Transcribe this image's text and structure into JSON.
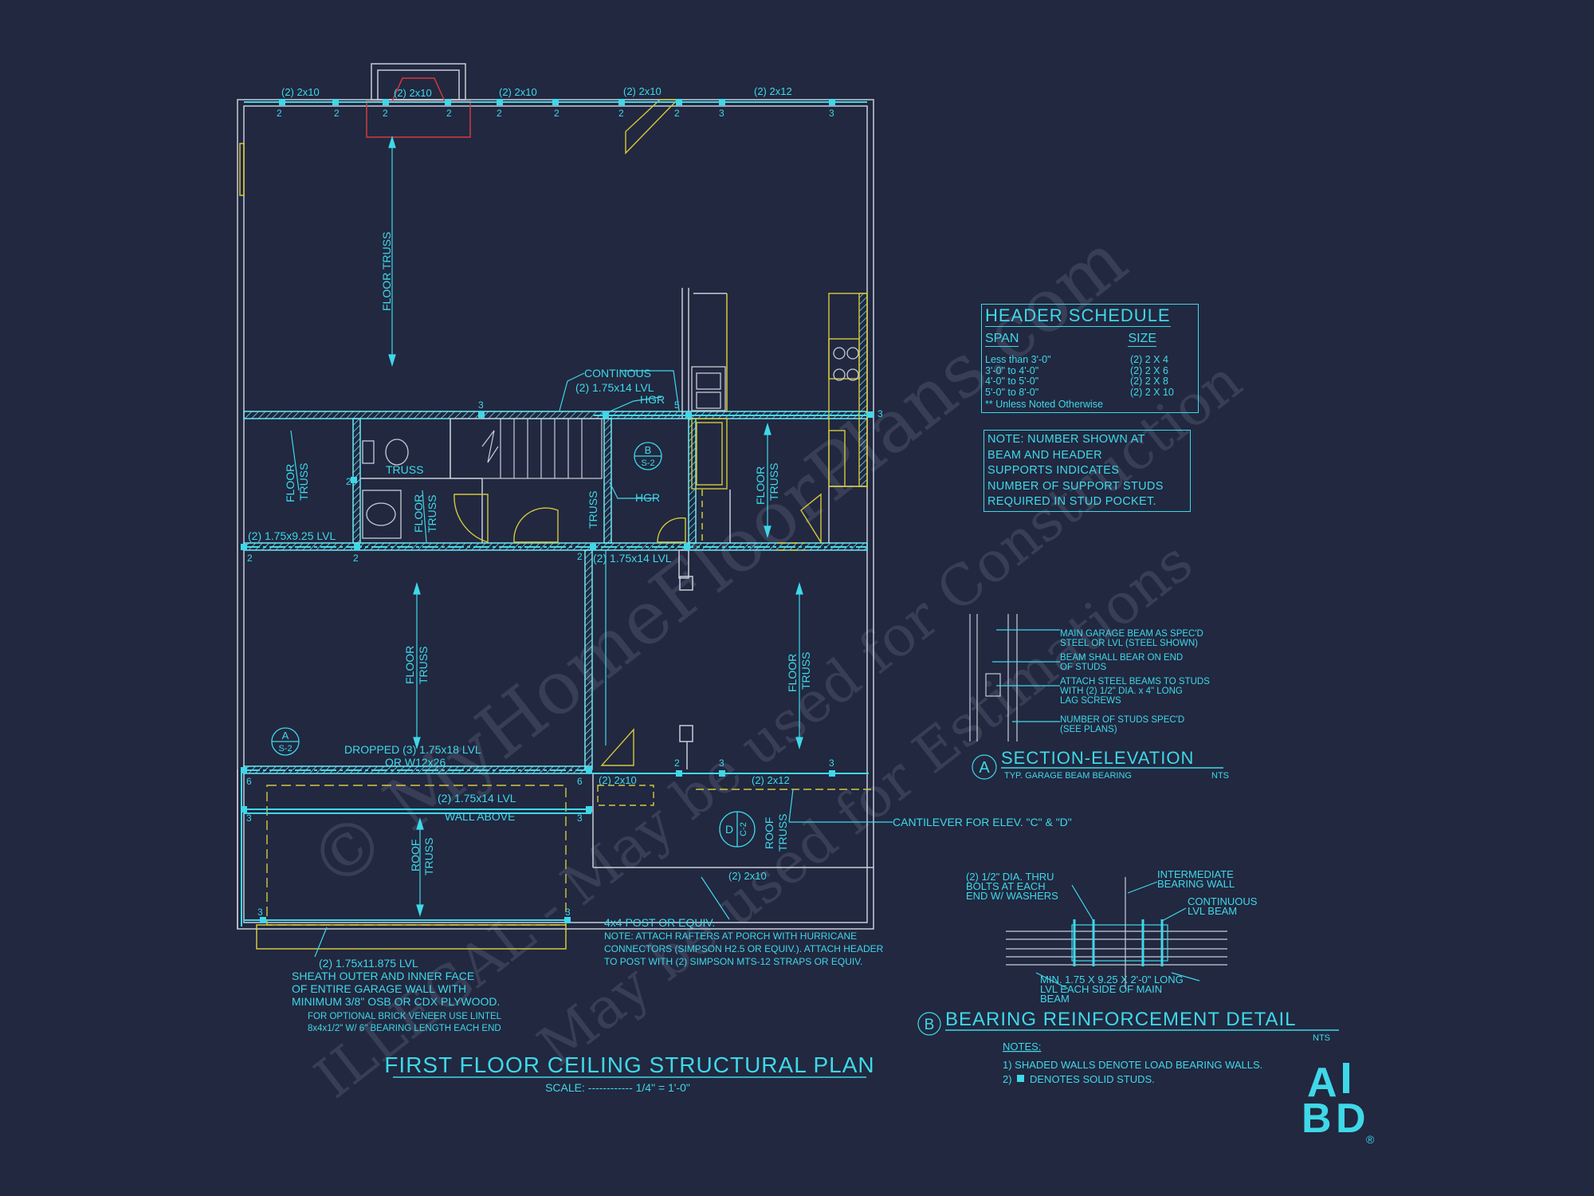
{
  "plan": {
    "title": "FIRST FLOOR CEILING STRUCTURAL PLAN",
    "scale": "SCALE: ------------ 1/4\" = 1'-0\""
  },
  "labels": {
    "top_h1": "(2) 2x10",
    "top_h2": "(2) 2x10",
    "top_h3": "(2) 2x10",
    "top_h4": "(2) 2x10",
    "top_h5": "(2) 2x12",
    "continous": "CONTINOUS",
    "lvl_1_75x14_a": "(2) 1.75x14 LVL",
    "hgr_a": "HGR",
    "hgr_b": "HGR",
    "truss_a": "TRUSS",
    "lvl_9_25": "(2) 1.75x9.25 LVL",
    "lvl_1_75x14_b": "(2) 1.75x14 LVL",
    "dropped_beam_1": "DROPPED (3) 1.75x18 LVL",
    "dropped_beam_2": "OR W12x26",
    "lvl_1_75x14_c": "(2) 1.75x14 LVL",
    "wall_above": "WALL ABOVE",
    "header_2x10_mid": "(2) 2x10",
    "header_2x12_mid": "(2) 2x12",
    "header_2x10_bot": "(2) 2x10",
    "cantilever": "CANTILEVER FOR ELEV. \"C\" & \"D\"",
    "floor_truss": "FLOOR TRUSS",
    "floor": "FLOOR",
    "truss": "TRUSS",
    "roof": "ROOF",
    "sec_a_letter": "A",
    "sec_a_sheet": "S-2",
    "sec_b_letter": "B",
    "sec_b_sheet": "S-2",
    "sec_d_letter": "D",
    "sec_d_sheet": "C-2",
    "post_1": "4x4 POST OR EQUIV.",
    "post_2": "NOTE: ATTACH RAFTERS AT PORCH WITH HURRICANE",
    "post_3": "CONNECTORS (SIMPSON H2.5 OR EQUIV.). ATTACH HEADER",
    "post_4": "TO POST WITH (2) SIMPSON MTS-12 STRAPS OR EQUIV.",
    "garage_1": "(2) 1.75x11.875 LVL",
    "garage_2": "SHEATH OUTER AND INNER FACE",
    "garage_3": "OF ENTIRE GARAGE WALL WITH",
    "garage_4": "MINIMUM 3/8\" OSB OR CDX PLYWOOD.",
    "garage_5": "FOR OPTIONAL BRICK VENEER USE LINTEL",
    "garage_6": "8x4x1/2\" W/ 6\" BEARING LENGTH EACH END",
    "stud_2": "2",
    "stud_3": "3",
    "stud_5": "5",
    "stud_6": "6"
  },
  "header_schedule": {
    "title": "HEADER SCHEDULE",
    "col_span": "SPAN",
    "col_size": "SIZE",
    "rows": [
      {
        "span": "Less than 3'-0\"",
        "size": "(2) 2 X 4"
      },
      {
        "span": "3'-0\" to 4'-0\"",
        "size": "(2) 2 X 6"
      },
      {
        "span": "4'-0\" to 5'-0\"",
        "size": "(2) 2 X 8"
      },
      {
        "span": "5'-0\" to 8'-0\"",
        "size": "(2) 2 X 10"
      }
    ],
    "footnote": "**  Unless Noted Otherwise"
  },
  "support_note": {
    "line1": "NOTE: NUMBER SHOWN AT",
    "line2": "BEAM AND HEADER",
    "line3": "SUPPORTS INDICATES",
    "line4": "NUMBER OF SUPPORT STUDS",
    "line5": "REQUIRED IN STUD POCKET."
  },
  "section_a": {
    "letter": "A",
    "title": "SECTION-ELEVATION",
    "subtitle": "TYP. GARAGE BEAM BEARING",
    "nts": "NTS",
    "c1": "MAIN GARAGE BEAM AS SPEC'D",
    "c2": "STEEL OR LVL (STEEL SHOWN)",
    "c3": "BEAM SHALL BEAR ON END",
    "c4": "OF STUDS",
    "c5": "ATTACH STEEL BEAMS TO STUDS",
    "c6": "WITH (2) 1/2\" DIA. x 4\" LONG",
    "c7": "LAG SCREWS",
    "c8": "NUMBER OF STUDS SPEC'D",
    "c9": "(SEE PLANS)"
  },
  "detail_b": {
    "letter": "B",
    "title": "BEARING REINFORCEMENT DETAIL",
    "nts": "NTS",
    "c1": "(2) 1/2\" DIA. THRU",
    "c2": "BOLTS AT EACH",
    "c3": "END W/ WASHERS",
    "c4": "INTERMEDIATE",
    "c5": "BEARING WALL",
    "c6": "CONTINUOUS",
    "c7": "LVL BEAM",
    "c8": "MIN. 1.75 X 9.25 X 2'-0\" LONG",
    "c9": "LVL EACH SIDE OF MAIN",
    "c10": "BEAM"
  },
  "notes": {
    "title": "NOTES:",
    "n1": "1) SHADED WALLS DENOTE LOAD BEARING WALLS.",
    "n2a": "2)",
    "n2b": "DENOTES SOLID STUDS."
  },
  "logo": {
    "a": "A",
    "b": "B",
    "d": "D",
    "reg": "®"
  },
  "watermark": {
    "w1": "© MyHomeFloorPlans.com",
    "w2": "ILLEGAL - May be used for Construction",
    "w3": "May be used for Estimations"
  },
  "colors": {
    "background": "#212840",
    "walls": "#c9cdd8",
    "annotation": "#3fd8e8",
    "fixtures": "#d6c83a",
    "fireplace": "#d23a3a",
    "watermark": "#4a5068"
  }
}
